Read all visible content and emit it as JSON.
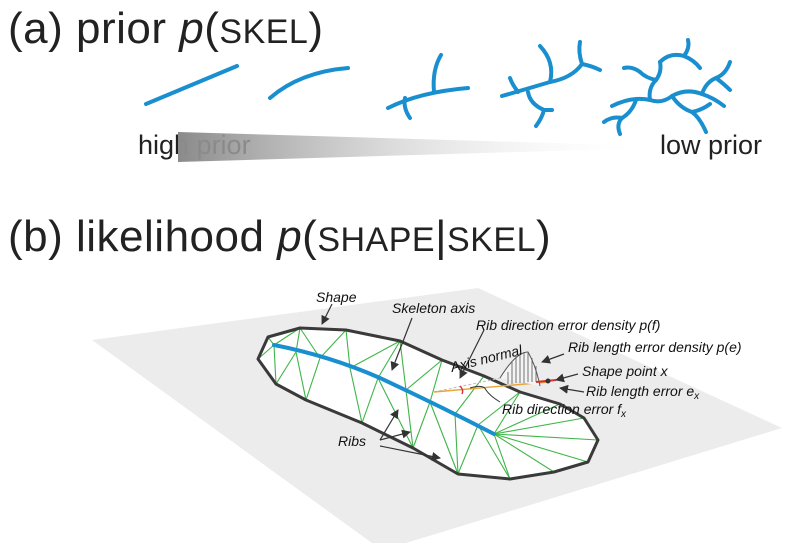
{
  "panel_a": {
    "label": "(a) prior ",
    "p": "p",
    "open": "(",
    "arg": "SKEL",
    "close": ")",
    "high_label": "high prior",
    "low_label": "low prior"
  },
  "panel_b": {
    "label": "(b) likelihood ",
    "p": "p",
    "open": "(",
    "arg1": "SHAPE",
    "bar": "|",
    "arg2": "SKEL",
    "close": ")",
    "annotations": {
      "shape": "Shape",
      "skeleton_axis": "Skeleton axis",
      "rib_dir_density": "Rib direction error density p(f)",
      "rib_len_density": "Rib length error density p(e)",
      "shape_point": "Shape point x",
      "rib_len_error": "Rib length error e",
      "rib_len_error_sub": "x",
      "rib_dir_error": "Rib direction error f",
      "rib_dir_error_sub": "x",
      "axis_normal": "Axis normal",
      "ribs": "Ribs"
    }
  },
  "colors": {
    "skeleton": "#1a8fd0",
    "ribs": "#3fb548",
    "outline": "#3a3a3a",
    "plane": "#ececec"
  }
}
